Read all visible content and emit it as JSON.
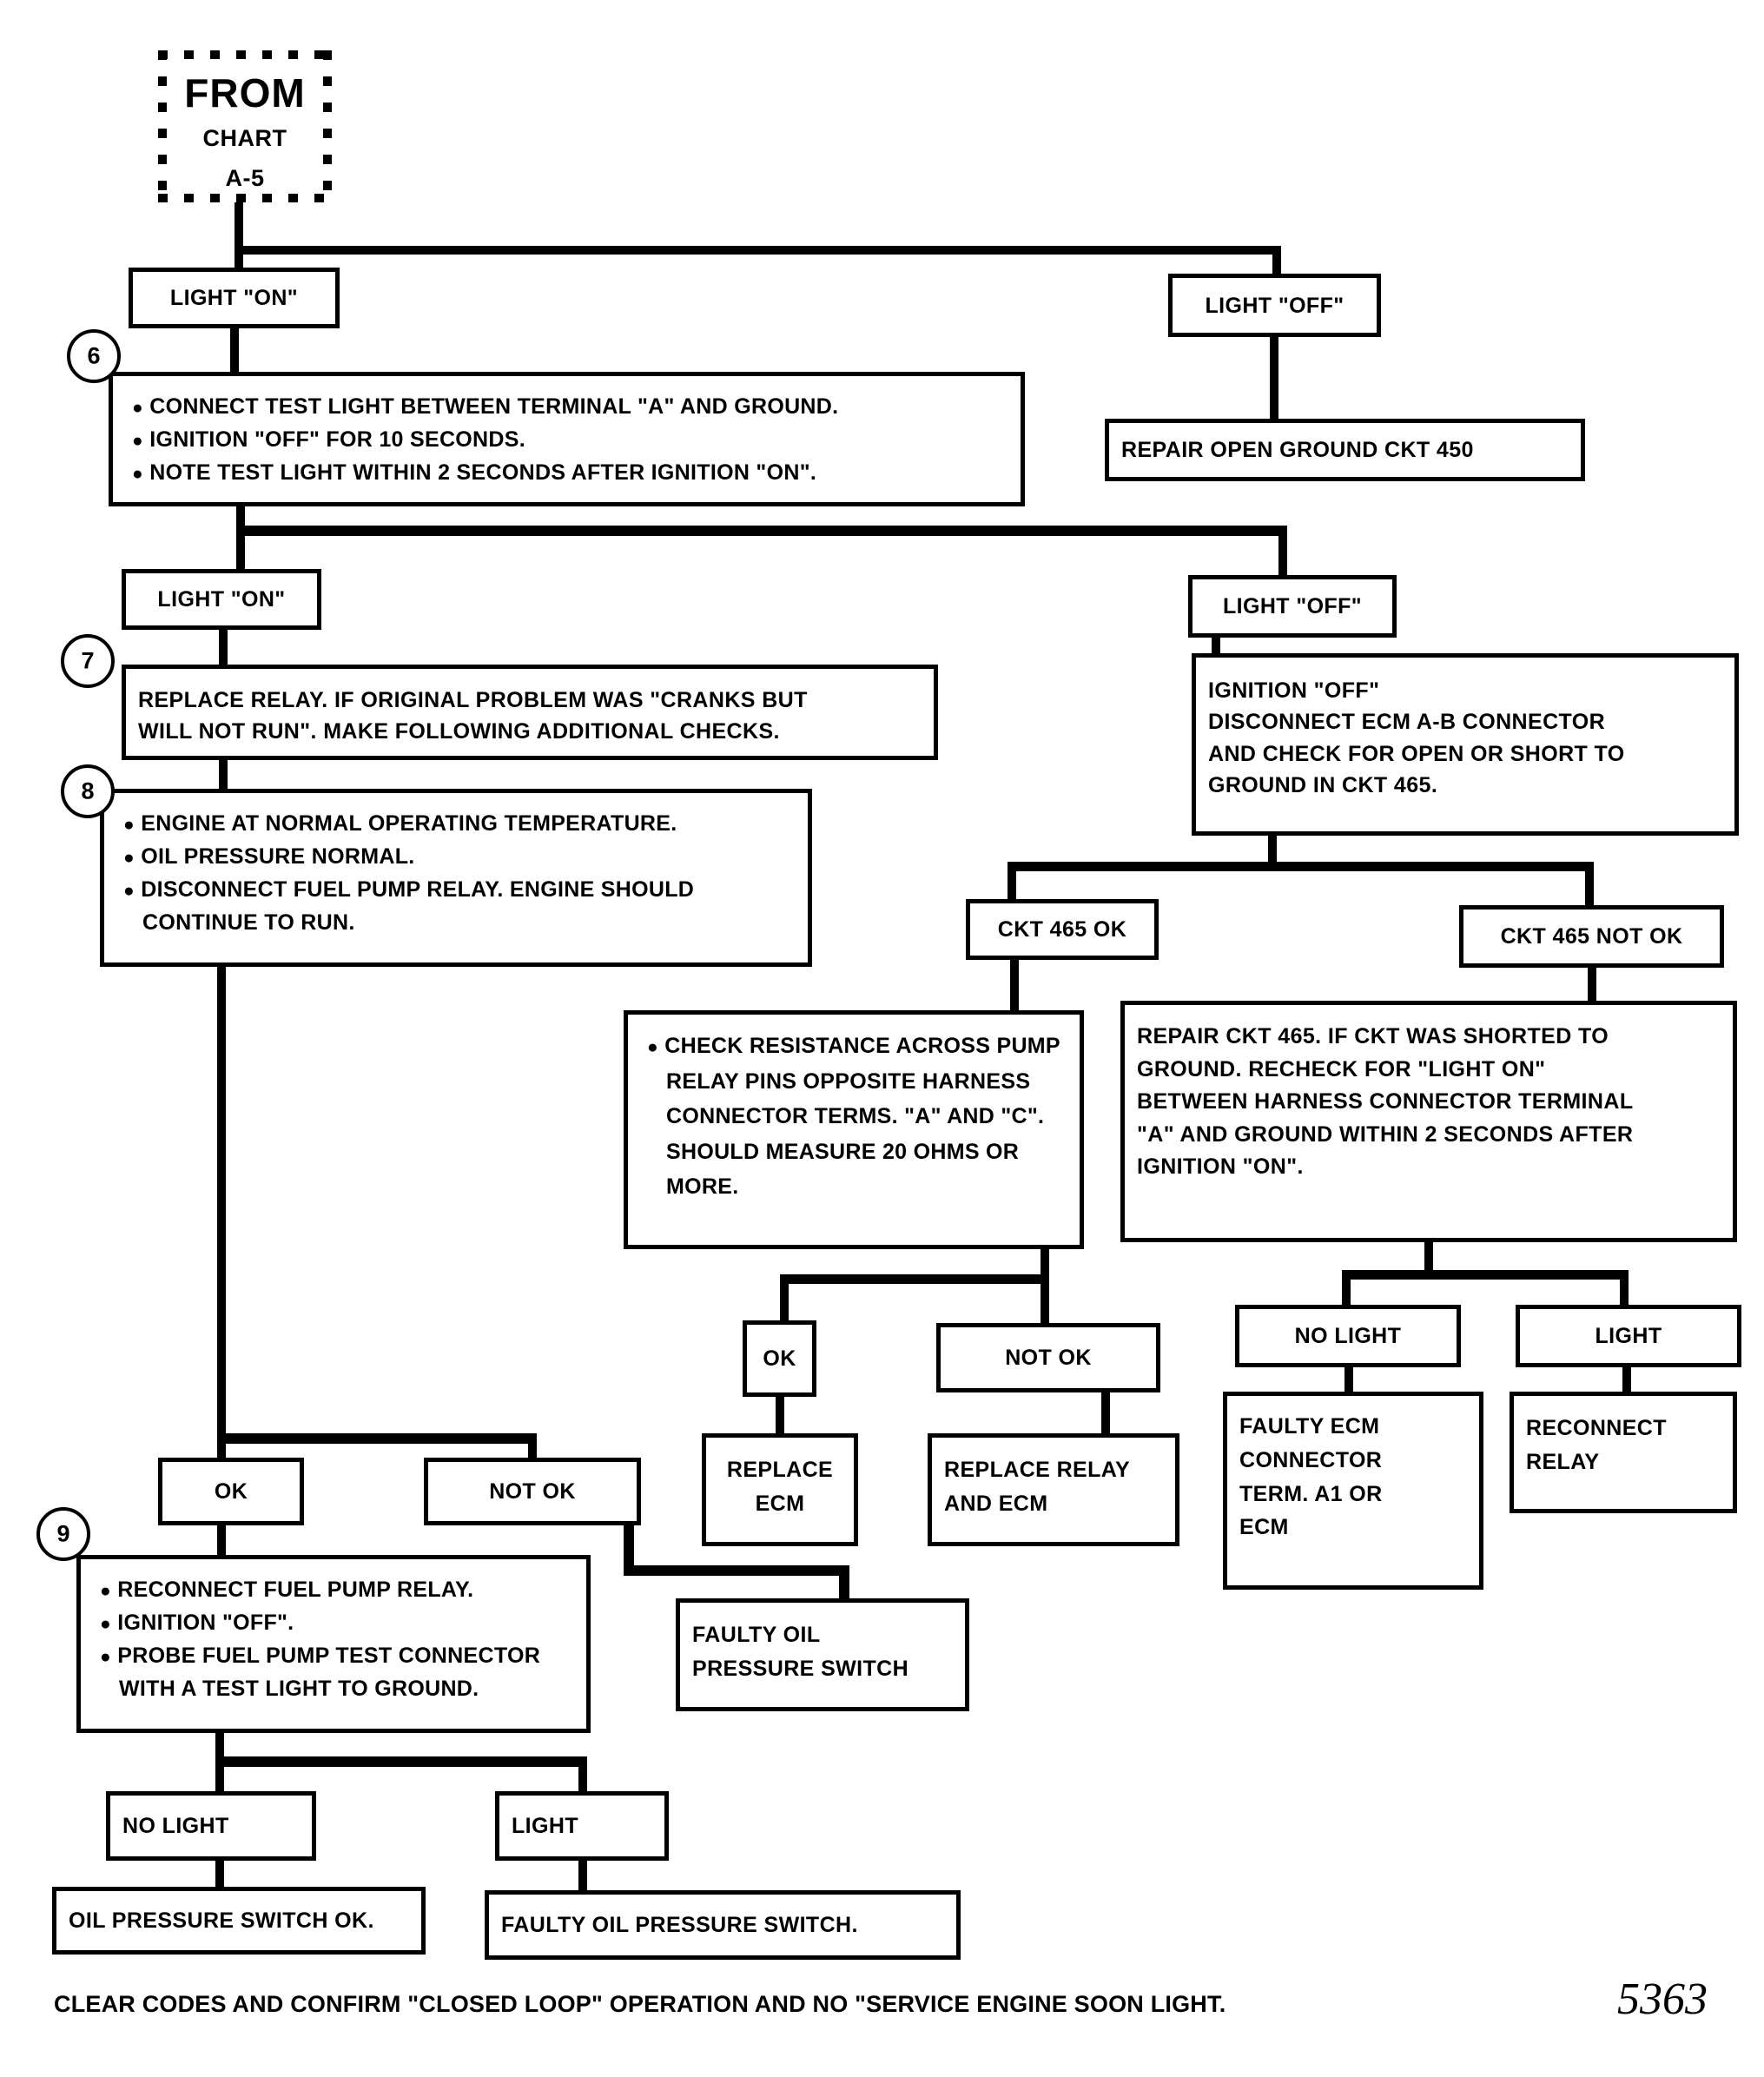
{
  "chart": {
    "start_block": {
      "line1": "FROM",
      "line2": "CHART",
      "line3": "A-5"
    },
    "page_number": "5363",
    "footer": "CLEAR CODES AND CONFIRM \"CLOSED LOOP\" OPERATION AND NO \"SERVICE ENGINE SOON LIGHT."
  },
  "steps": {
    "s6": "6",
    "s7": "7",
    "s8": "8",
    "s9": "9"
  },
  "nodes": {
    "light_on_1": "LIGHT \"ON\"",
    "light_off_1": "LIGHT \"OFF\"",
    "repair_open_ground": "REPAIR OPEN GROUND CKT 450",
    "light_on_2": "LIGHT \"ON\"",
    "light_off_2": "LIGHT \"OFF\"",
    "replace_relay": "REPLACE RELAY. IF ORIGINAL PROBLEM WAS \"CRANKS BUT\nWILL NOT RUN\". MAKE FOLLOWING ADDITIONAL CHECKS.",
    "ignition_off_ecm": "IGNITION \"OFF\"\nDISCONNECT ECM A-B CONNECTOR\n AND CHECK FOR OPEN OR SHORT TO\nGROUND IN CKT 465.",
    "ckt465_ok": "CKT 465 OK",
    "ckt465_not_ok": "CKT 465 NOT OK",
    "repair_ckt465": "REPAIR CKT 465. IF CKT WAS SHORTED TO\nGROUND. RECHECK FOR \"LIGHT ON\"\nBETWEEN HARNESS CONNECTOR TERMINAL\n\"A\" AND GROUND WITHIN 2 SECONDS AFTER\nIGNITION \"ON\".",
    "mid_ok": "OK",
    "mid_not_ok": "NOT OK",
    "replace_ecm": "REPLACE\nECM",
    "replace_relay_and_ecm": "REPLACE RELAY\nAND ECM",
    "no_light_right": "NO LIGHT",
    "light_right": "LIGHT",
    "faulty_ecm_connector": "FAULTY ECM\nCONNECTOR\nTERM. A1 OR\nECM",
    "reconnect_relay": "RECONNECT\nRELAY",
    "left_ok": "OK",
    "left_not_ok": "NOT OK",
    "faulty_oil_pressure_switch_mid": "FAULTY OIL\nPRESSURE SWITCH",
    "no_light_bottom": "NO LIGHT",
    "light_bottom": "LIGHT",
    "oil_switch_ok": "OIL PRESSURE SWITCH OK.",
    "faulty_oil_switch_bottom": "FAULTY OIL PRESSURE SWITCH."
  },
  "instructions": {
    "step6": [
      "CONNECT TEST LIGHT BETWEEN TERMINAL \"A\" AND GROUND.",
      "IGNITION \"OFF\" FOR 10 SECONDS.",
      "NOTE TEST LIGHT WITHIN 2 SECONDS AFTER IGNITION \"ON\"."
    ],
    "step8": [
      "ENGINE AT NORMAL OPERATING TEMPERATURE.",
      "OIL PRESSURE NORMAL.",
      "DISCONNECT FUEL PUMP RELAY. ENGINE SHOULD CONTINUE TO RUN."
    ],
    "check_resistance": [
      "CHECK RESISTANCE ACROSS PUMP RELAY PINS OPPOSITE HARNESS CONNECTOR TERMS. \"A\" AND \"C\". SHOULD MEASURE 20 OHMS OR MORE."
    ],
    "step9": [
      "RECONNECT FUEL PUMP RELAY.",
      "IGNITION \"OFF\".",
      "PROBE FUEL PUMP TEST CONNECTOR WITH A TEST LIGHT TO GROUND."
    ]
  }
}
